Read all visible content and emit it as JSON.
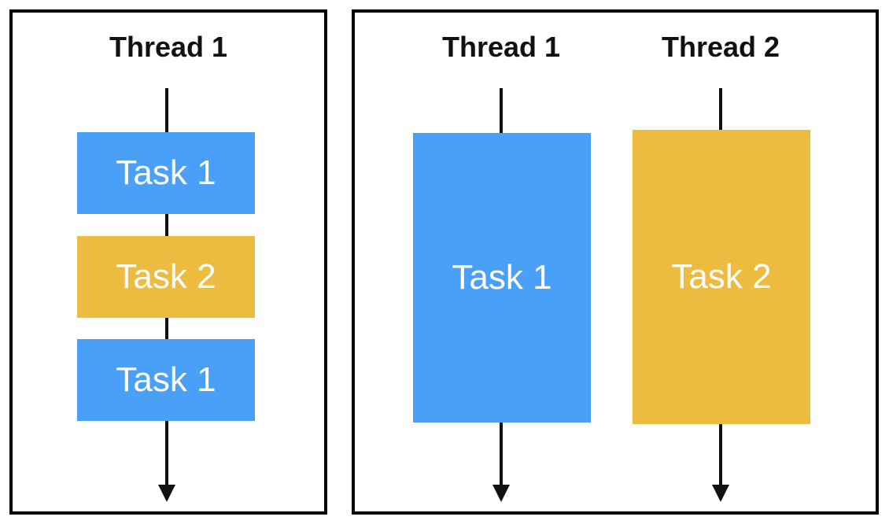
{
  "colors": {
    "task1": "#4a9ff7",
    "task2": "#edbb40",
    "line": "#111111",
    "border": "#000000"
  },
  "single_thread_panel": {
    "thread_title": "Thread 1",
    "tasks": [
      {
        "label": "Task 1",
        "color_key": "task1"
      },
      {
        "label": "Task 2",
        "color_key": "task2"
      },
      {
        "label": "Task 1",
        "color_key": "task1"
      }
    ]
  },
  "multi_thread_panel": {
    "threads": [
      {
        "title": "Thread 1",
        "task": {
          "label": "Task 1",
          "color_key": "task1"
        }
      },
      {
        "title": "Thread 2",
        "task": {
          "label": "Task 2",
          "color_key": "task2"
        }
      }
    ]
  }
}
